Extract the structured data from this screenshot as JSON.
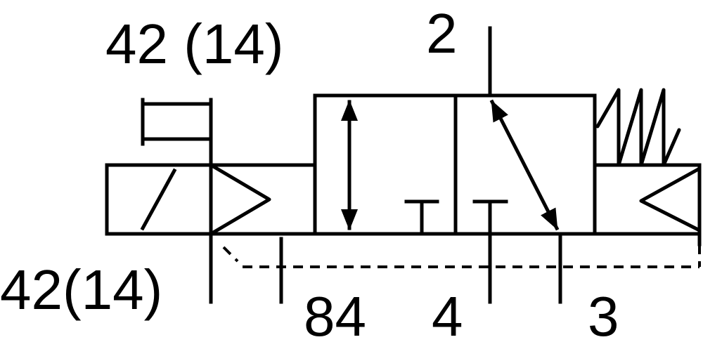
{
  "labels": {
    "port_top_left": "42 (14)",
    "port_bottom_left": "42(14)",
    "port_top_right": "2",
    "port_84": "84",
    "port_4": "4",
    "port_3": "3"
  },
  "colors": {
    "stroke": "#000000",
    "background": "#ffffff"
  }
}
